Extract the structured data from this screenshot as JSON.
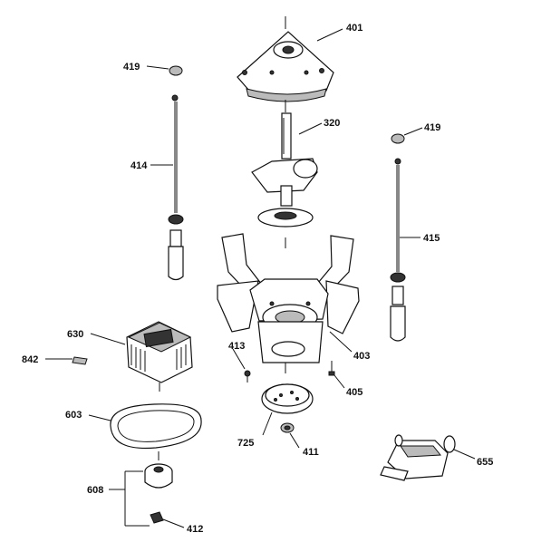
{
  "labels": {
    "p401": "401",
    "p419a": "419",
    "p419b": "419",
    "p320": "320",
    "p414": "414",
    "p415": "415",
    "p630": "630",
    "p842": "842",
    "p413": "413",
    "p403": "403",
    "p405": "405",
    "p603": "603",
    "p725": "725",
    "p411": "411",
    "p655": "655",
    "p608": "608",
    "p412": "412"
  }
}
